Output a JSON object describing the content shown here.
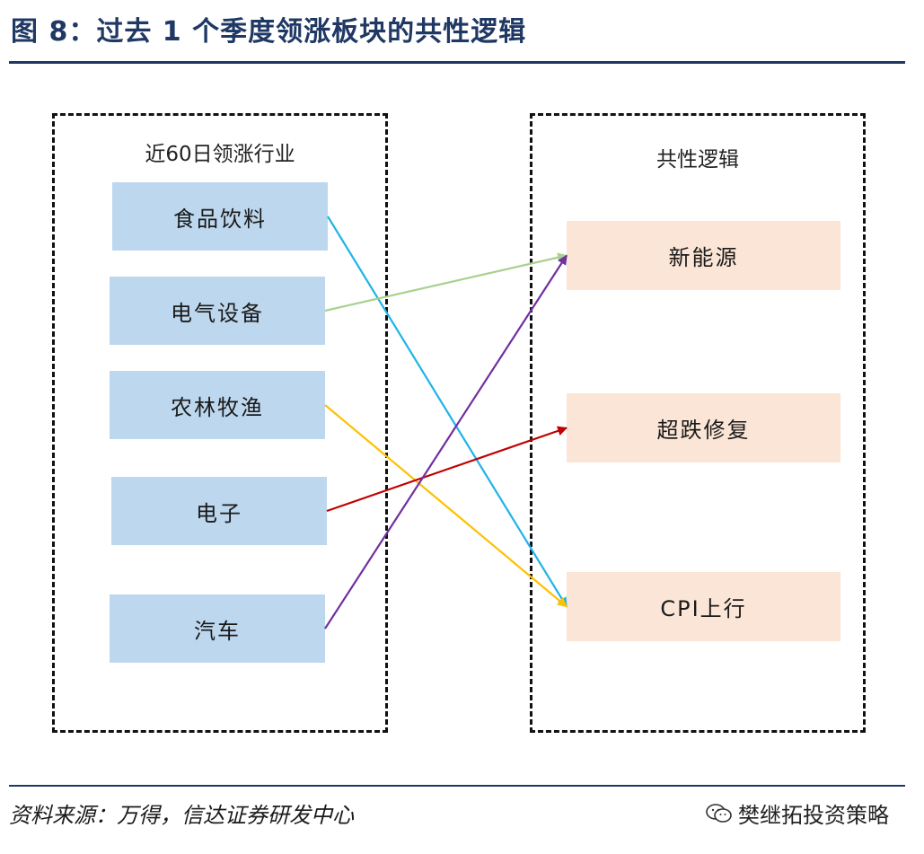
{
  "figure": {
    "title": "图 8：过去 1 个季度领涨板块的共性逻辑",
    "source": "资料来源：万得，信达证券研发中心",
    "watermark": "樊继拓投资策略",
    "watermark_icon": "wechat-icon"
  },
  "groups": {
    "industries_label": "近60日领涨行业",
    "logic_label": "共性逻辑"
  },
  "industries": [
    {
      "id": "food",
      "label": "食品饮料"
    },
    {
      "id": "elec-equip",
      "label": "电气设备"
    },
    {
      "id": "agri",
      "label": "农林牧渔"
    },
    {
      "id": "electronics",
      "label": "电子"
    },
    {
      "id": "auto",
      "label": "汽车"
    }
  ],
  "logics": [
    {
      "id": "new-energy",
      "label": "新能源"
    },
    {
      "id": "oversold",
      "label": "超跌修复"
    },
    {
      "id": "cpi",
      "label": "CPI上行"
    }
  ],
  "links": [
    {
      "from": "food",
      "to": "cpi",
      "color": "#1fb3e8"
    },
    {
      "from": "elec-equip",
      "to": "new-energy",
      "color": "#a9d18e"
    },
    {
      "from": "agri",
      "to": "cpi",
      "color": "#ffc000"
    },
    {
      "from": "electronics",
      "to": "oversold",
      "color": "#c00000"
    },
    {
      "from": "auto",
      "to": "new-energy",
      "color": "#7030a0"
    }
  ],
  "colors": {
    "title": "#1f3864",
    "industry_box": "#bdd7ee",
    "logic_box": "#fbe5d6"
  }
}
